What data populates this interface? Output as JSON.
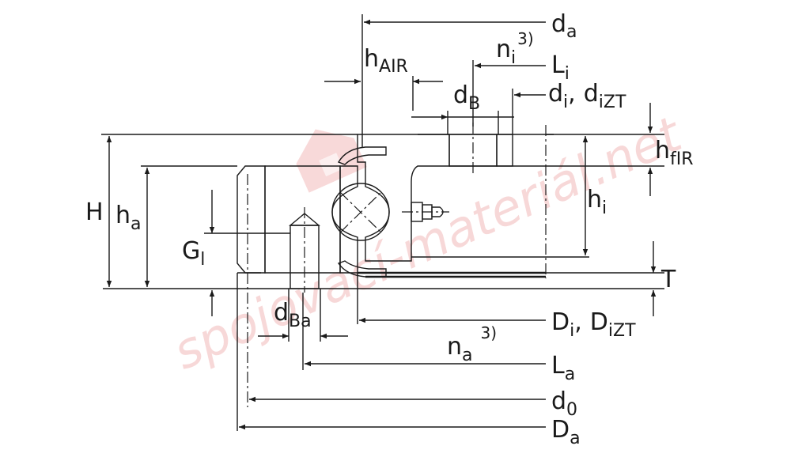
{
  "labels": {
    "da": {
      "main": "d",
      "sub": "a"
    },
    "ni": {
      "main": "n",
      "sub": "i",
      "sup": "3)"
    },
    "hAIR": {
      "main": "h",
      "sub": "AIR"
    },
    "Li": {
      "main": "L",
      "sub": "i"
    },
    "dB": {
      "main": "d",
      "sub": "B"
    },
    "di": {
      "main": "d",
      "sub": "i",
      "sep": ",",
      "main2": "d",
      "sub2": "iZT"
    },
    "hfIR": {
      "main": "h",
      "sub": "fIR"
    },
    "H": {
      "main": "H"
    },
    "ha": {
      "main": "h",
      "sub": "a"
    },
    "hi": {
      "main": "h",
      "sub": "i"
    },
    "Gl": {
      "main": "G",
      "sub": "l"
    },
    "T": {
      "main": "T"
    },
    "dBa": {
      "main": "d",
      "sub": "Ba"
    },
    "Di": {
      "main": "D",
      "sub": "i",
      "sep": ",",
      "main2": "D",
      "sub2": "iZT"
    },
    "na": {
      "main": "n",
      "sub": "a",
      "sup": "3)"
    },
    "La": {
      "main": "L",
      "sub": "a"
    },
    "d0": {
      "main": "d",
      "sub": "0"
    },
    "Da": {
      "main": "D",
      "sub": "a"
    }
  },
  "watermark": "spojovací-materiál.net",
  "colors": {
    "line": "#1a1a1a",
    "watermark": "#f2b9b9",
    "seal": "#b76a6a"
  }
}
